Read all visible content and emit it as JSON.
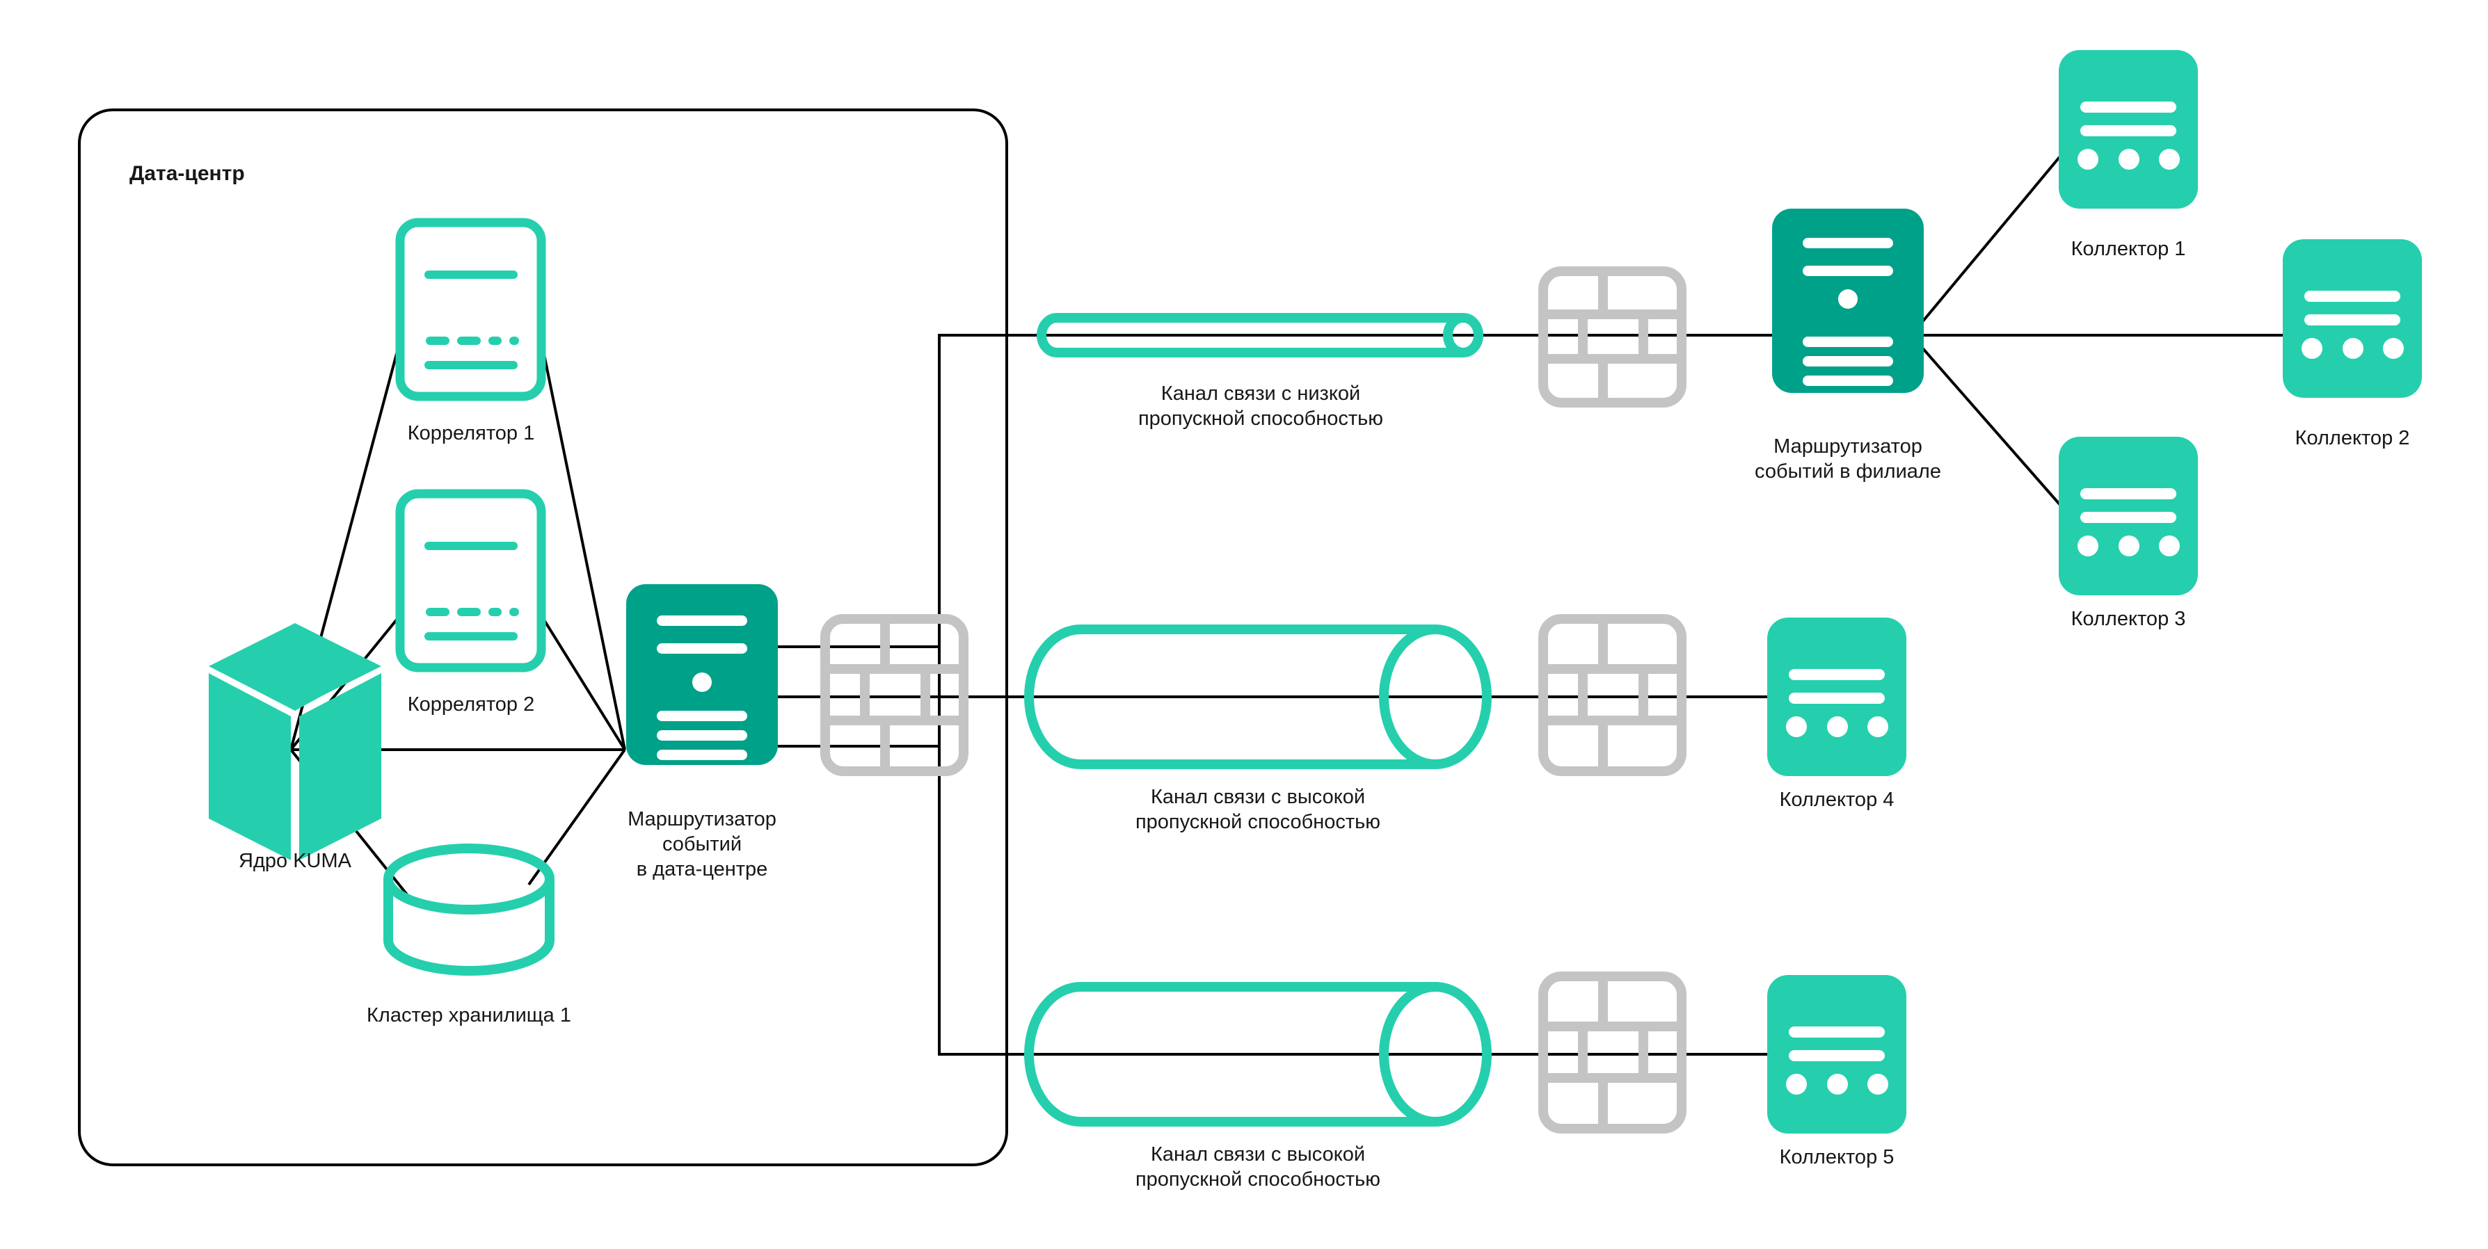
{
  "diagram": {
    "title": "KUMA event routing architecture",
    "colors": {
      "bright_teal": "#25CFAD",
      "dark_teal": "#00A189",
      "gray": "#C4C4C4",
      "line": "#000000",
      "text": "#17171A",
      "background": "#FFFFFF"
    },
    "datacenter": {
      "label": "Дата-центр"
    },
    "nodes": {
      "kuma_core": {
        "label": "Ядро KUMA",
        "icon": "cube-icon"
      },
      "correlator_1": {
        "label": "Коррелятор 1",
        "icon": "correlator-icon"
      },
      "correlator_2": {
        "label": "Коррелятор 2",
        "icon": "correlator-icon"
      },
      "storage_cluster_1": {
        "label": "Кластер хранилища 1",
        "icon": "database-cylinder-icon"
      },
      "router_dc": {
        "label": "Маршрутизатор\nсобытий\nв дата-центре",
        "icon": "server-router-icon"
      },
      "router_branch": {
        "label": "Маршрутизатор\nсобытий в филиале",
        "icon": "server-router-icon"
      },
      "collector_1": {
        "label": "Коллектор 1",
        "icon": "collector-icon"
      },
      "collector_2": {
        "label": "Коллектор 2",
        "icon": "collector-icon"
      },
      "collector_3": {
        "label": "Коллектор 3",
        "icon": "collector-icon"
      },
      "collector_4": {
        "label": "Коллектор 4",
        "icon": "collector-icon"
      },
      "collector_5": {
        "label": "Коллектор 5",
        "icon": "collector-icon"
      }
    },
    "firewalls": [
      {
        "name": "firewall-dc",
        "icon": "brick-wall-icon"
      },
      {
        "name": "firewall-branch-top",
        "icon": "brick-wall-icon"
      },
      {
        "name": "firewall-branch-middle",
        "icon": "brick-wall-icon"
      },
      {
        "name": "firewall-branch-bottom",
        "icon": "brick-wall-icon"
      }
    ],
    "channels": [
      {
        "name": "channel-low-bandwidth",
        "label": "Канал связи с низкой\nпропускной способностью",
        "bandwidth": "low",
        "icon": "thin-pipe-icon"
      },
      {
        "name": "channel-high-bandwidth-1",
        "label": "Канал связи с высокой\nпропускной способностью",
        "bandwidth": "high",
        "icon": "wide-pipe-icon"
      },
      {
        "name": "channel-high-bandwidth-2",
        "label": "Канал связи с высокой\nпропускной способностью",
        "bandwidth": "high",
        "icon": "wide-pipe-icon"
      }
    ]
  }
}
